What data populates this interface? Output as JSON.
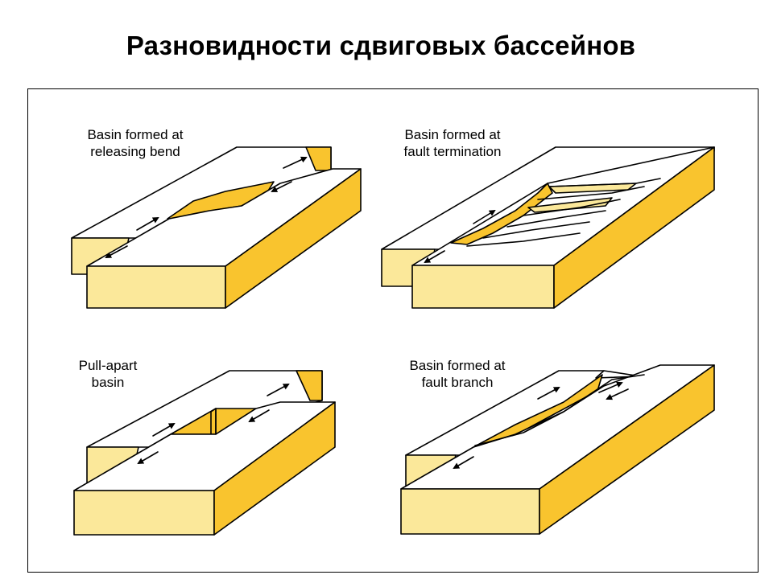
{
  "title": "Разновидности сдвиговых бассейнов",
  "panels": [
    {
      "label_line1": "Basin formed at",
      "label_line2": "releasing bend"
    },
    {
      "label_line1": "Basin formed at",
      "label_line2": "fault termination"
    },
    {
      "label_line1": "Pull-apart",
      "label_line2": "basin"
    },
    {
      "label_line1": "Basin formed at",
      "label_line2": "fault branch"
    }
  ],
  "colors": {
    "top": "#ffffff",
    "front": "#fbe89a",
    "side": "#f9c42e",
    "basin": "#f9c42e",
    "outline": "#000000"
  }
}
